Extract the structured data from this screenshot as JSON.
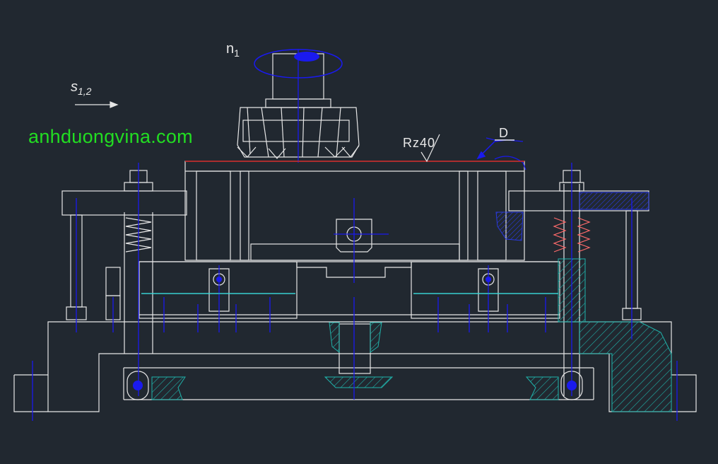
{
  "watermark": "anhduongvina.com",
  "labels": {
    "rotation_symbol": "n",
    "rotation_subscript": "1",
    "feed_symbol": "s",
    "feed_subscript": "1,2",
    "roughness": "Rz40",
    "detail": "D"
  },
  "colors": {
    "background": "#212830",
    "outline": "#e6e6e6",
    "centerline": "#1a1aee",
    "hatch": "#20b2aa",
    "surface_line": "#cc2222",
    "watermark": "#22dd22"
  }
}
